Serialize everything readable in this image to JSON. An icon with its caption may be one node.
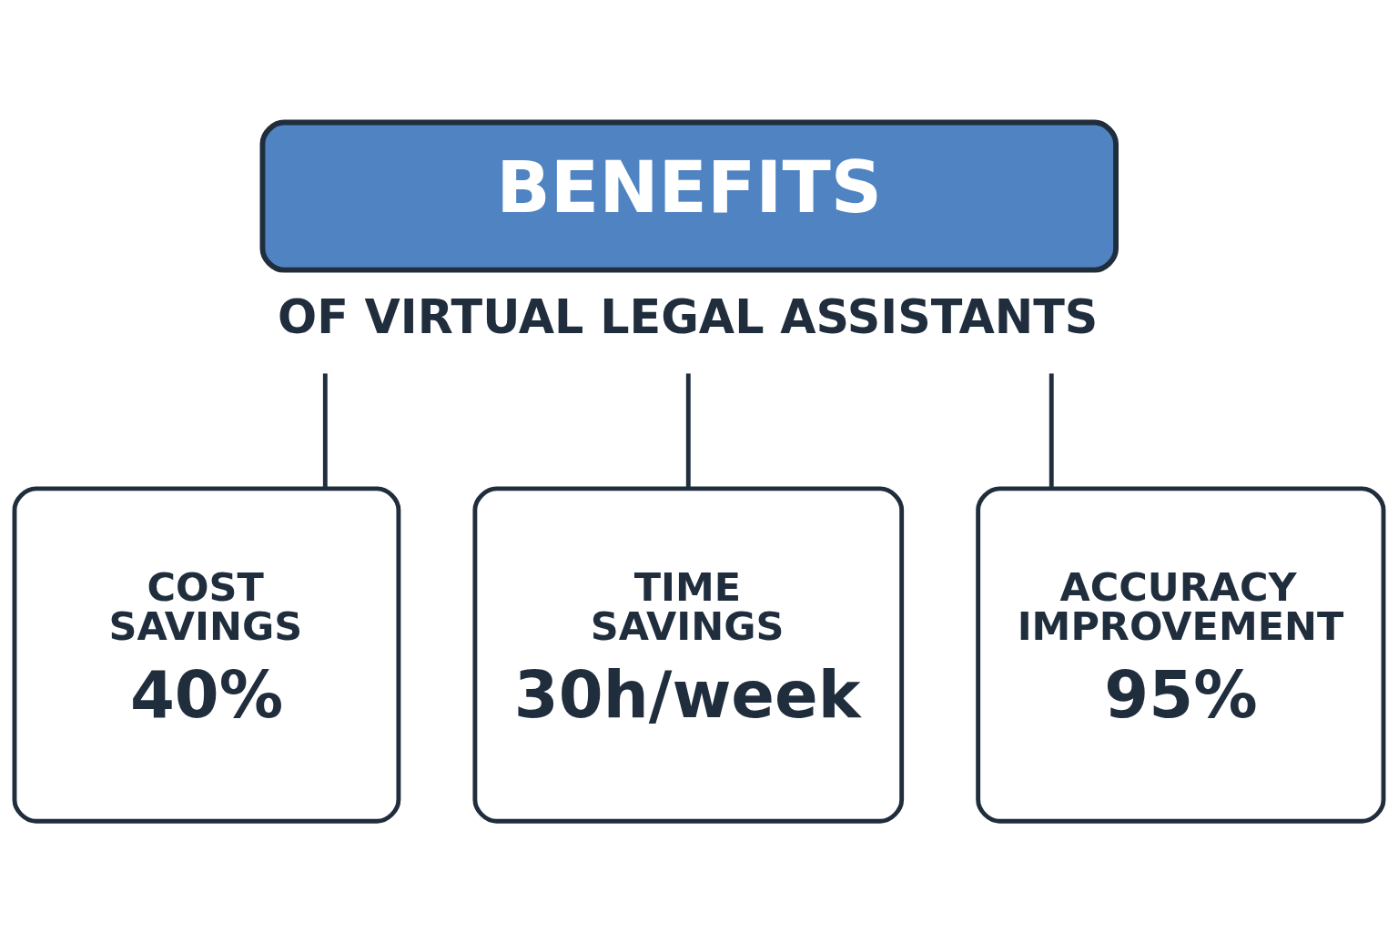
{
  "diagram": {
    "nodes": [
      {
        "text": [
          "BENEFITS"
        ],
        "beside": [
          "OF VIRTUAL LEGAL ASSISTANTS"
        ]
      },
      {
        "text": [
          "COST SAVINGS",
          "40%"
        ]
      },
      {
        "text": [
          "TIME SAVINGS",
          "30h/week"
        ]
      },
      {
        "text": [
          "ACCURACY IMPROVEMENT",
          "95%"
        ]
      }
    ],
    "edges": [
      {
        "from": 0,
        "to": 1,
        "arrow": "none"
      },
      {
        "from": 0,
        "to": 2,
        "arrow": "none"
      },
      {
        "from": 0,
        "to": 3,
        "arrow": "none"
      }
    ]
  }
}
